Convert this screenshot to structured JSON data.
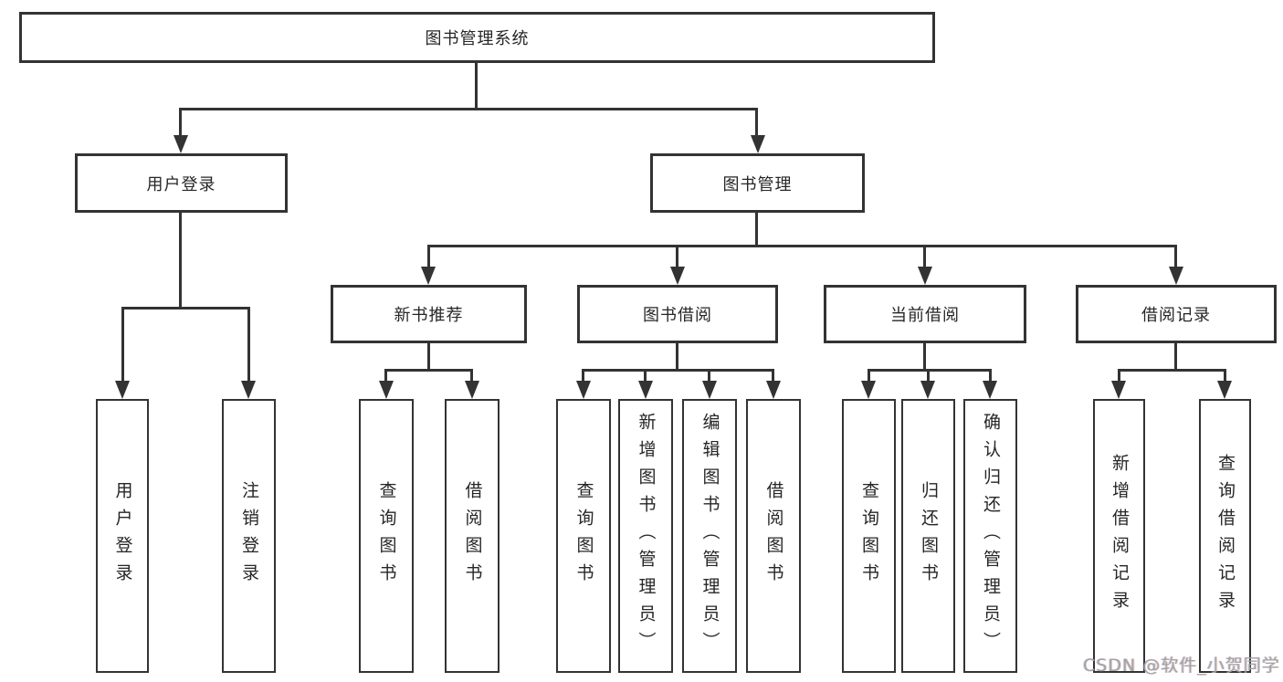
{
  "tree": {
    "root": "图书管理系统",
    "branches": [
      {
        "label": "用户登录",
        "children": [
          "用户登录",
          "注销登录"
        ]
      },
      {
        "label": "图书管理",
        "subgroups": [
          {
            "label": "新书推荐",
            "children": [
              "查询图书",
              "借阅图书"
            ]
          },
          {
            "label": "图书借阅",
            "children": [
              "查询图书",
              "新增图书（管理员）",
              "编辑图书（管理员）",
              "借阅图书"
            ]
          },
          {
            "label": "当前借阅",
            "children": [
              "查询图书",
              "归还图书",
              "确认归还（管理员）"
            ]
          },
          {
            "label": "借阅记录",
            "children": [
              "新增借阅记录",
              "查询借阅记录"
            ]
          }
        ]
      }
    ]
  },
  "watermark": {
    "text": "CSDN @软件_小贺同学"
  },
  "colors": {
    "line": "#333333",
    "text": "#262626",
    "watermark": "#a3a3a3"
  }
}
